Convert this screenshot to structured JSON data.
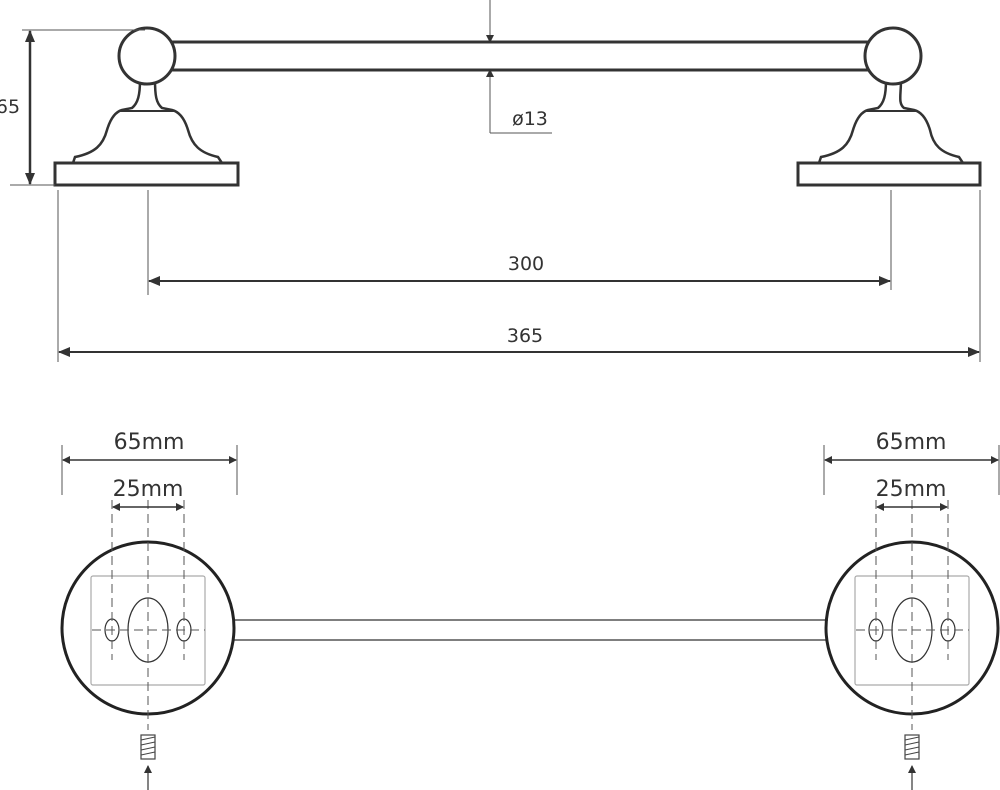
{
  "drawing": {
    "side_view": {
      "height_label": "65",
      "rod_diameter_label": "ø13",
      "fixing_centres_label": "300",
      "overall_length_label": "365"
    },
    "top_view": {
      "left_plate_width_label": "65mm",
      "left_hole_spacing_label": "25mm",
      "right_plate_width_label": "65mm",
      "right_hole_spacing_label": "25mm"
    }
  },
  "colors": {
    "line": "#333333",
    "thin": "#555555",
    "plate_box": "#aaaaaa"
  }
}
